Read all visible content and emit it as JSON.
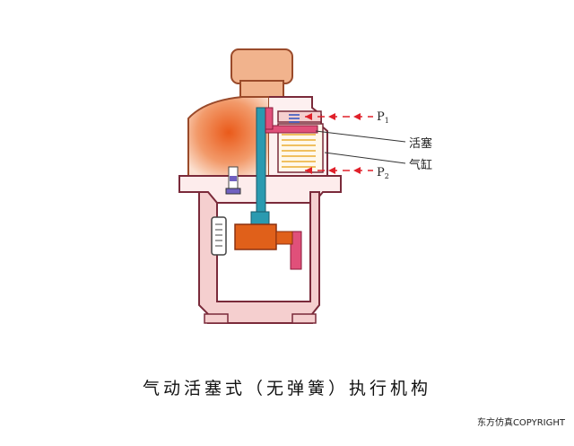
{
  "labels": {
    "p1": "P",
    "p1_sub": "1",
    "p2": "P",
    "p2_sub": "2",
    "piston": "活塞",
    "cylinder": "气缸"
  },
  "caption": "气动活塞式（无弹簧）执行机构",
  "copyright": "东方仿真COPYRIGHT",
  "colors": {
    "cap": "#f1b38d",
    "cap_edge": "#9a4a2a",
    "housing_outline": "#7a2a3a",
    "housing_fill": "#f5cfcf",
    "air_chamber": "#f07a3a",
    "stem": "#2a9ab0",
    "linkage": "#e0507a",
    "block": "#e0601a",
    "arrow": "#e0202a",
    "piston_lines": "#f0c060"
  }
}
